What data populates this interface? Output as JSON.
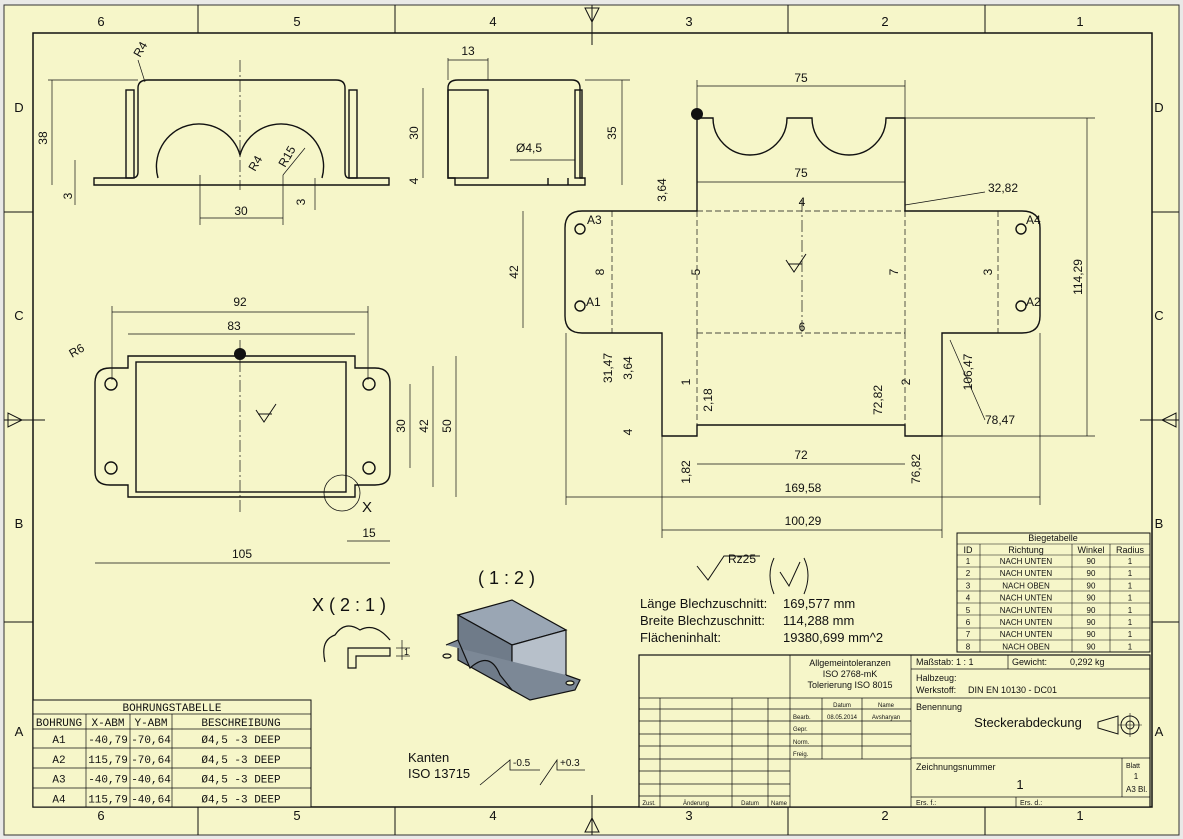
{
  "frame": {
    "zones_cols": [
      "6",
      "5",
      "4",
      "3",
      "2",
      "1"
    ],
    "zones_rows": [
      "D",
      "C",
      "B",
      "A"
    ]
  },
  "views": {
    "front": {
      "dims": [
        "R4",
        "38",
        "R4",
        "R15",
        "30",
        "3",
        "3"
      ]
    },
    "side": {
      "dims": [
        "13",
        "30",
        "35",
        "Ø4,5",
        "4"
      ]
    },
    "top": {
      "dims": [
        "92",
        "83",
        "R6",
        "30",
        "42",
        "50",
        "15",
        "105"
      ],
      "detail_letter": "X"
    },
    "flat": {
      "dims": [
        "75",
        "75",
        "3,64",
        "32,82",
        "42",
        "114,29",
        "31,47",
        "3,64",
        "2,18",
        "72,82",
        "106,47",
        "78,47",
        "4",
        "72",
        "1,82",
        "76,82",
        "169,58",
        "100,29"
      ],
      "bend_ids": [
        "4",
        "8",
        "5",
        "7",
        "3",
        "6",
        "1",
        "2"
      ],
      "hole_labels": [
        "A3",
        "A4",
        "A1",
        "A2"
      ]
    }
  },
  "labels": {
    "detail_title": "X ( 2 : 1 )",
    "iso_scale": "( 1 : 2 )",
    "rz": "Rz25",
    "detail_dim": "1"
  },
  "blank_info": {
    "rows": [
      {
        "label": "Länge Blechzuschnitt:",
        "value": "169,577 mm"
      },
      {
        "label": "Breite Blechzuschnitt:",
        "value": "114,288 mm"
      },
      {
        "label": "Flächeninhalt:",
        "value": "19380,699 mm^2"
      }
    ]
  },
  "edges": {
    "title": "Kanten",
    "standard": "ISO 13715",
    "v1": "-0.5",
    "v2": "+0.3"
  },
  "bend_table": {
    "title": "Biegetabelle",
    "headers": [
      "ID",
      "Richtung",
      "Winkel",
      "Radius"
    ],
    "rows": [
      [
        "1",
        "NACH UNTEN",
        "90",
        "1"
      ],
      [
        "2",
        "NACH UNTEN",
        "90",
        "1"
      ],
      [
        "3",
        "NACH OBEN",
        "90",
        "1"
      ],
      [
        "4",
        "NACH UNTEN",
        "90",
        "1"
      ],
      [
        "5",
        "NACH UNTEN",
        "90",
        "1"
      ],
      [
        "6",
        "NACH UNTEN",
        "90",
        "1"
      ],
      [
        "7",
        "NACH UNTEN",
        "90",
        "1"
      ],
      [
        "8",
        "NACH OBEN",
        "90",
        "1"
      ]
    ]
  },
  "hole_table": {
    "title": "BOHRUNGSTABELLE",
    "headers": [
      "BOHRUNG",
      "X-ABM",
      "Y-ABM",
      "BESCHREIBUNG"
    ],
    "rows": [
      [
        "A1",
        "-40,79",
        "-70,64",
        "Ø4,5 -3 DEEP"
      ],
      [
        "A2",
        "115,79",
        "-70,64",
        "Ø4,5 -3 DEEP"
      ],
      [
        "A3",
        "-40,79",
        "-40,64",
        "Ø4,5 -3 DEEP"
      ],
      [
        "A4",
        "115,79",
        "-40,64",
        "Ø4,5 -3 DEEP"
      ]
    ]
  },
  "title_block": {
    "tolerances": [
      "Allgemeintoleranzen",
      "ISO 2768-mK",
      "Tolerierung ISO 8015"
    ],
    "scale_label": "Maßstab: 1 : 1",
    "weight_label": "Gewicht:",
    "weight_value": "0,292 kg",
    "halbzeug_label": "Halbzeug:",
    "werkstoff_label": "Werkstoff:",
    "werkstoff_value": "DIN EN 10130 - DC01",
    "col_datum": "Datum",
    "col_name": "Name",
    "row_labels": [
      "Bearb.",
      "Gepr.",
      "Norm.",
      "Freig."
    ],
    "bearb_date": "08.05.2014",
    "bearb_name": "Avsharyan",
    "benennung_label": "Benennung",
    "benennung_value": "Steckerabdeckung",
    "zeichnungsnr_label": "Zeichnungsnummer",
    "zeichnungsnr_value": "1",
    "blatt_label": "Blatt",
    "blatt_value": "1",
    "format": "A3 Bl.",
    "ers_f": "Ers. f.:",
    "ers_d": "Ers. d.:",
    "rev_headers": [
      "Zust.",
      "Änderung",
      "Datum",
      "Name"
    ]
  }
}
